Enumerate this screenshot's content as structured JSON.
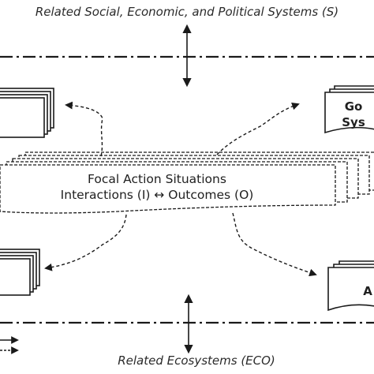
{
  "top_label": "Related Social, Economic, and Political Systems (S)",
  "bottom_label": "Related Ecosystems (ECO)",
  "focal": {
    "line1": "Focal Action Situations",
    "line2": "Interactions (I) ↔ Outcomes (O)"
  },
  "right_top_box": {
    "line1": "Go",
    "line2": "Sys"
  },
  "right_bottom_box": {
    "line1": "A"
  },
  "colors": {
    "stroke": "#1a1a1a",
    "text": "#2b2b2b",
    "background": "#ffffff"
  }
}
